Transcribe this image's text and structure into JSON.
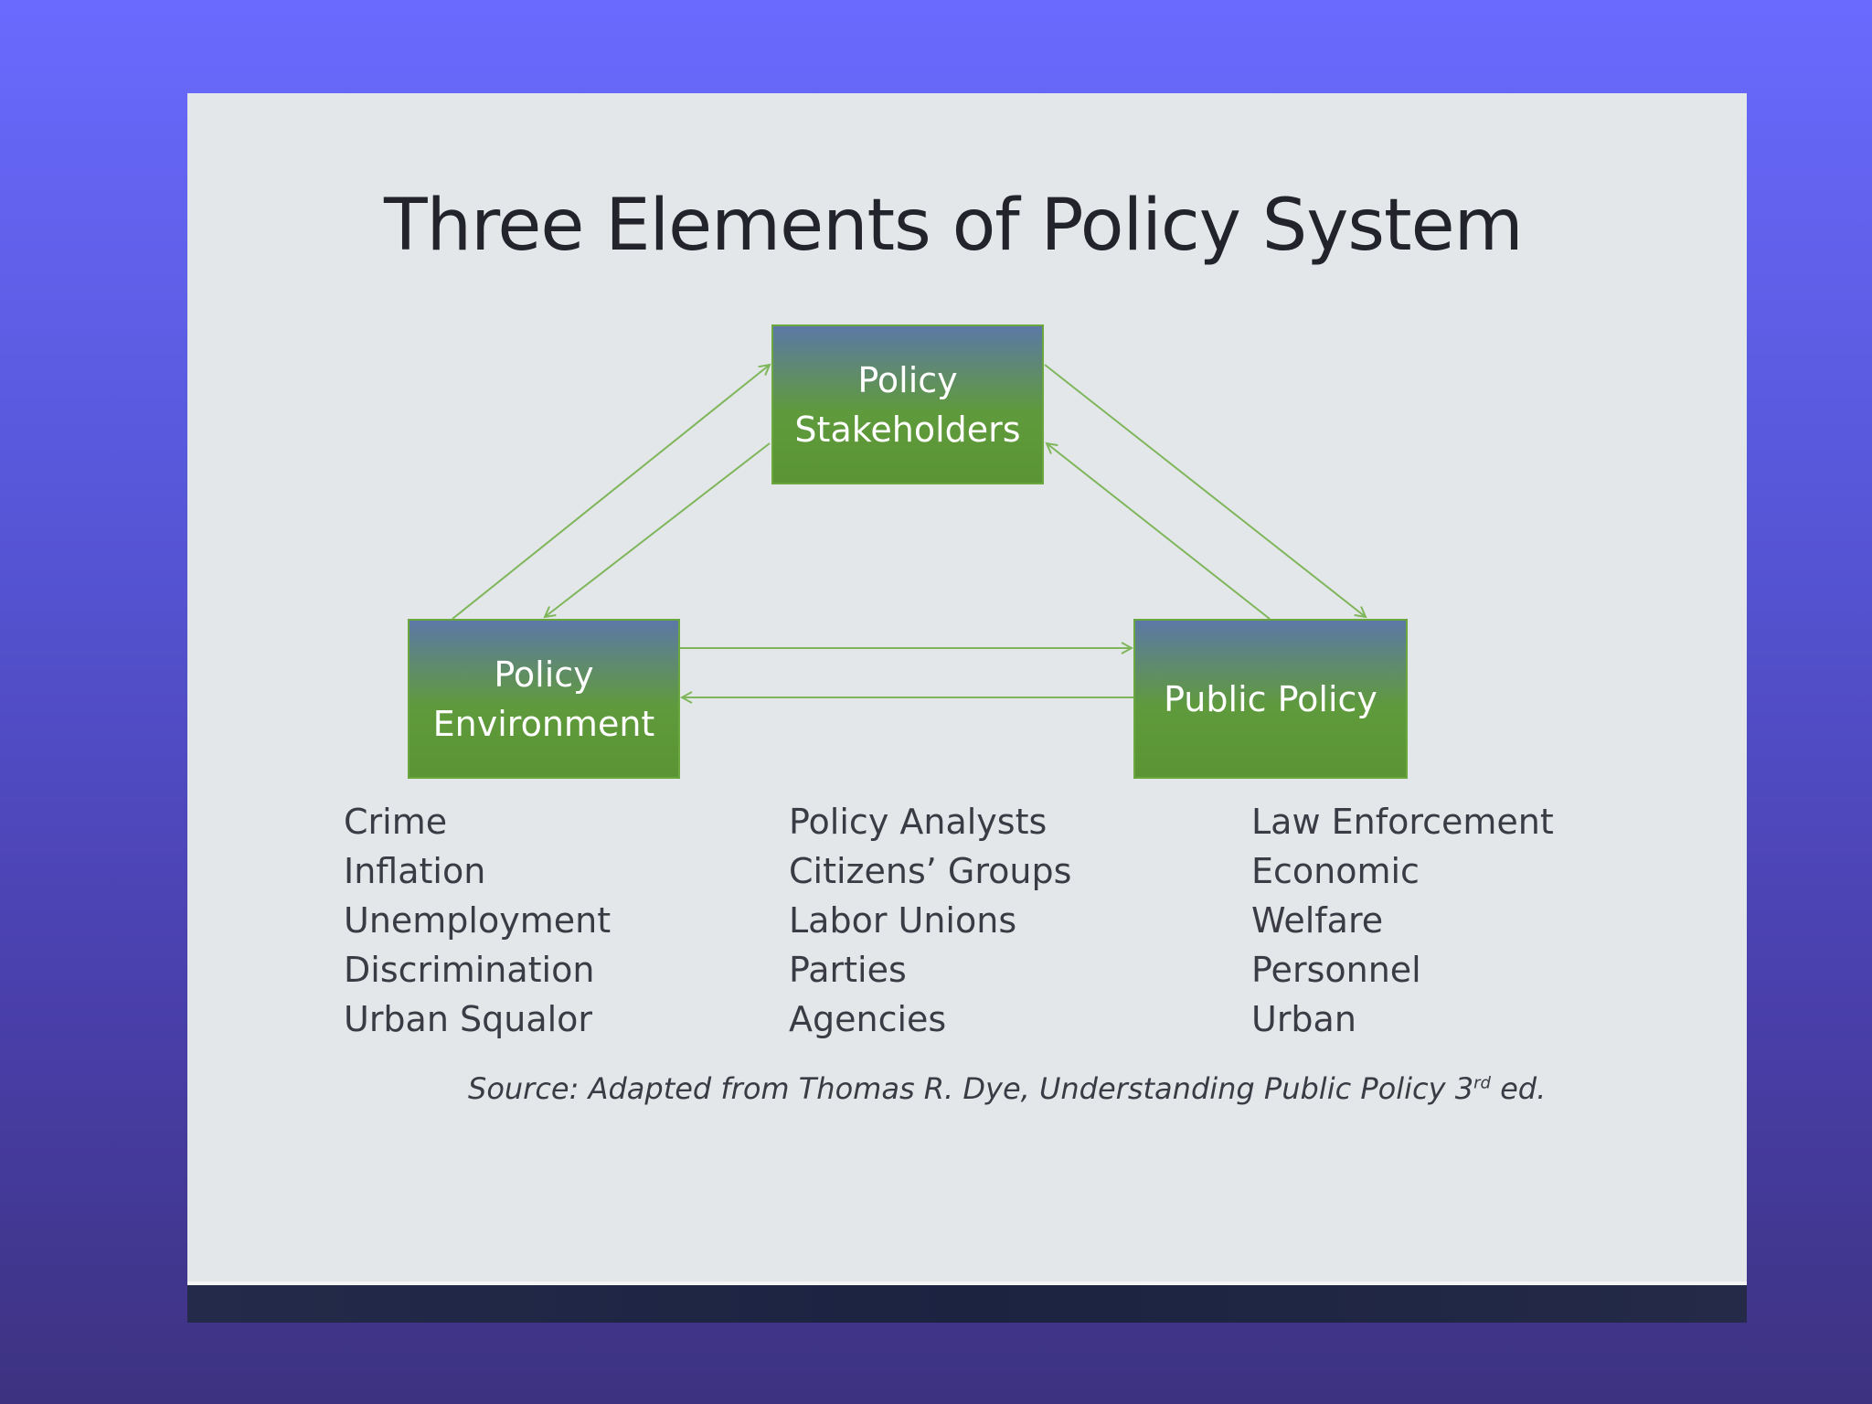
{
  "slide": {
    "title": "Three Elements of Policy System",
    "source_text": "Source: Adapted from Thomas R. Dye, Understanding Public Policy 3",
    "source_superscript": "rd",
    "source_suffix": " ed."
  },
  "diagram": {
    "nodes": {
      "stakeholders": {
        "line1": "Policy",
        "line2": "Stakeholders"
      },
      "environment": {
        "line1": "Policy",
        "line2": "Environment"
      },
      "public_policy": {
        "line1": "Public Policy"
      }
    },
    "edges": [
      {
        "from": "environment",
        "to": "stakeholders"
      },
      {
        "from": "stakeholders",
        "to": "environment"
      },
      {
        "from": "stakeholders",
        "to": "public_policy"
      },
      {
        "from": "public_policy",
        "to": "stakeholders"
      },
      {
        "from": "environment",
        "to": "public_policy"
      },
      {
        "from": "public_policy",
        "to": "environment"
      }
    ],
    "colors": {
      "box_top": "#5b78a6",
      "box_bottom": "#5a9434",
      "arrow": "#7fb65b"
    }
  },
  "lists": {
    "environment": [
      "Crime",
      "Inflation",
      "Unemployment",
      "Discrimination",
      "Urban Squalor"
    ],
    "stakeholders": [
      "Policy Analysts",
      "Citizens’ Groups",
      "Labor Unions",
      "Parties",
      "Agencies"
    ],
    "public_policy": [
      "Law Enforcement",
      "Economic",
      "Welfare",
      "Personnel",
      "Urban"
    ]
  }
}
